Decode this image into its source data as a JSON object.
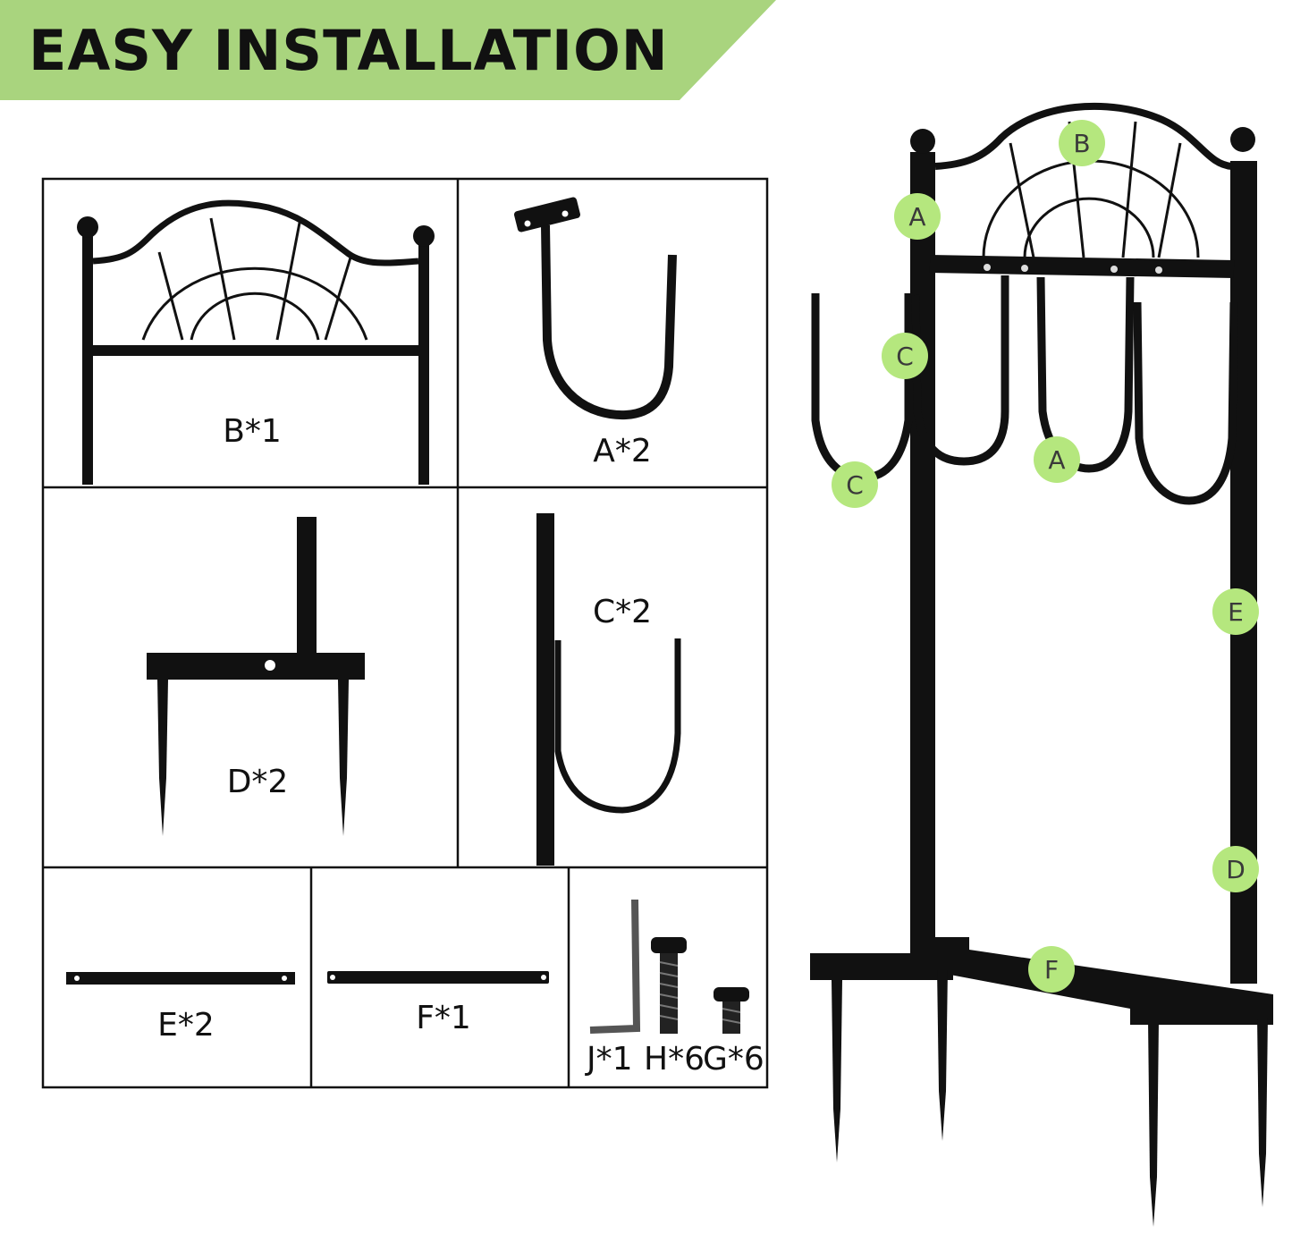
{
  "banner": {
    "title": "EASY INSTALLATION",
    "color": "#a9d47e"
  },
  "parts": {
    "b_label": "B*1",
    "a_label": "A*2",
    "d_label": "D*2",
    "c_label": "C*2",
    "e_label": "E*2",
    "f_label": "F*1",
    "j_label": "J*1",
    "h_label": "H*6",
    "g_label": "G*6"
  },
  "callouts": {
    "color": "#b5e77e",
    "b": "B",
    "a_top": "A",
    "c_top": "C",
    "c_bottom": "C",
    "a_mid": "A",
    "e": "E",
    "d": "D",
    "f": "F"
  }
}
